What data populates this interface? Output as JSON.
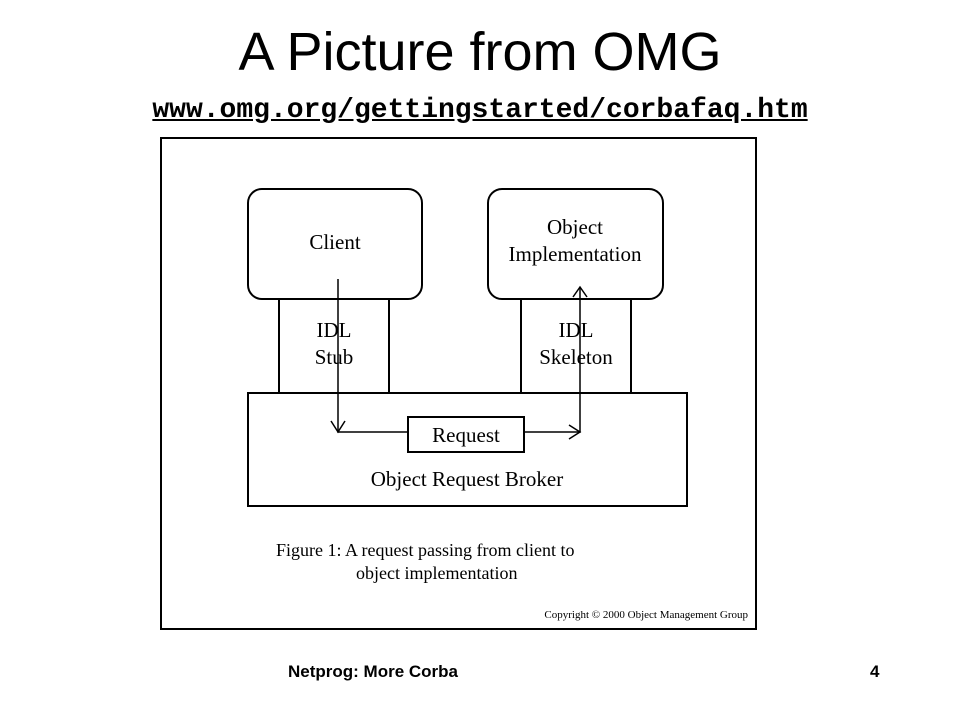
{
  "slide": {
    "title": "A Picture from OMG",
    "link": "www.omg.org/gettingstarted/corbafaq.htm"
  },
  "diagram": {
    "client": "Client",
    "object_impl_line1": "Object",
    "object_impl_line2": "Implementation",
    "idl_stub_line1": "IDL",
    "idl_stub_line2": "Stub",
    "idl_skel_line1": "IDL",
    "idl_skel_line2": "Skeleton",
    "request": "Request",
    "orb": "Object Request Broker",
    "caption_line1": "Figure 1: A request passing from client to",
    "caption_line2": "object implementation",
    "copyright": "Copyright © 2000 Object Management Group"
  },
  "footer": {
    "left": "Netprog:  More Corba",
    "right": "4"
  }
}
